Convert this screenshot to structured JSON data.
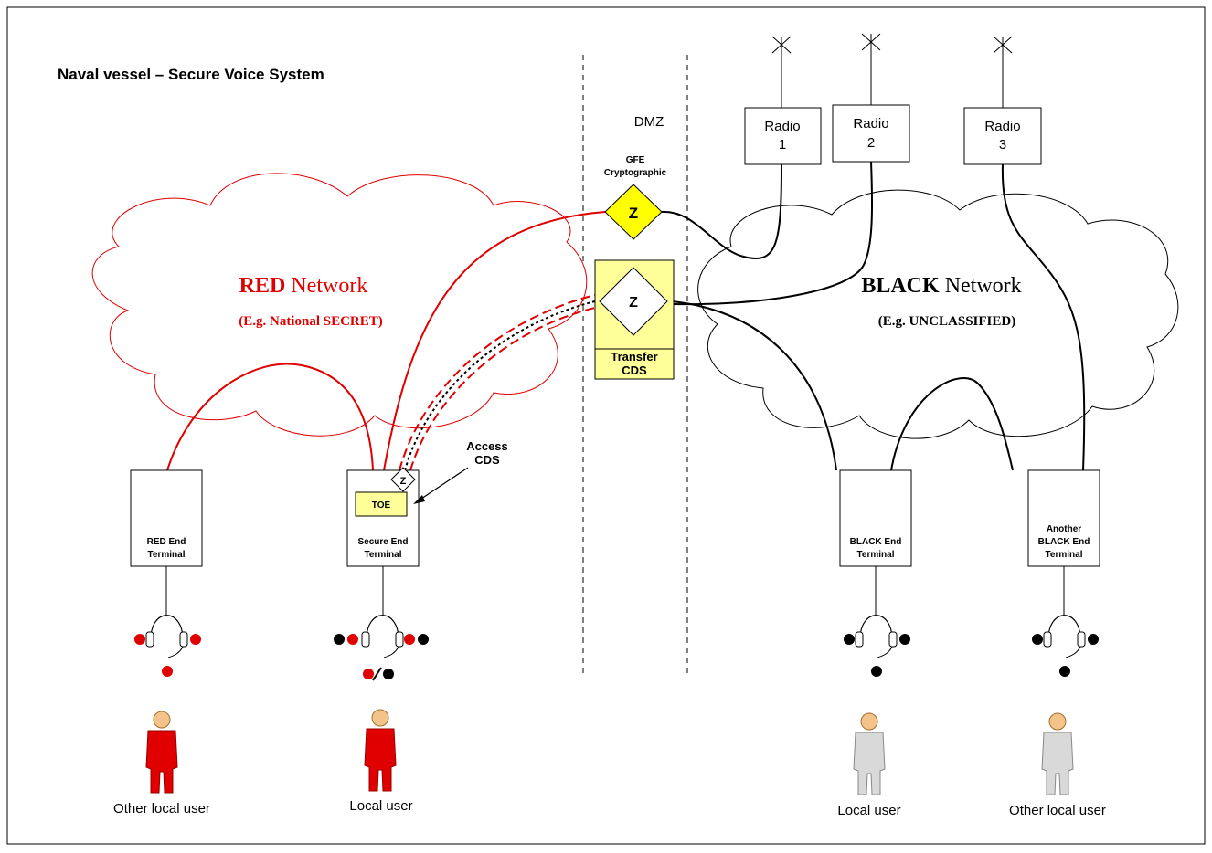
{
  "title": "Naval vessel – Secure Voice System",
  "dmz": {
    "label": "DMZ",
    "gfe_line1": "GFE",
    "gfe_line2": "Cryptographic",
    "z": "Z"
  },
  "transfer_cds": {
    "z": "Z",
    "line1": "Transfer",
    "line2": "CDS"
  },
  "radios": [
    {
      "line1": "Radio",
      "line2": "1"
    },
    {
      "line1": "Radio",
      "line2": "2"
    },
    {
      "line1": "Radio",
      "line2": "3"
    }
  ],
  "red_network": {
    "title_bold": "RED",
    "title_rest": " Network",
    "subtitle": "(E.g. National SECRET)",
    "color": "#e00000"
  },
  "black_network": {
    "title_bold": "BLACK",
    "title_rest": " Network",
    "subtitle": "(E.g. UNCLASSIFIED)",
    "color": "#000000"
  },
  "access_cds": {
    "line1": "Access",
    "line2": "CDS",
    "z": "Z",
    "toe": "TOE"
  },
  "terminals": [
    {
      "line1": "RED End",
      "line2": "Terminal",
      "line3": ""
    },
    {
      "line1": "Secure End",
      "line2": "Terminal",
      "line3": ""
    },
    {
      "line1": "BLACK End",
      "line2": "Terminal",
      "line3": ""
    },
    {
      "line1": "Another",
      "line2": "BLACK End",
      "line3": "Terminal"
    }
  ],
  "users": [
    {
      "label": "Other local user",
      "color": "#e00000"
    },
    {
      "label": "Local user",
      "color": "#e00000"
    },
    {
      "label": "Local user",
      "color": "#d9d9d9"
    },
    {
      "label": "Other local user",
      "color": "#d9d9d9"
    }
  ],
  "crypto_color": "#ffff00",
  "cds_color": "#ffff99"
}
